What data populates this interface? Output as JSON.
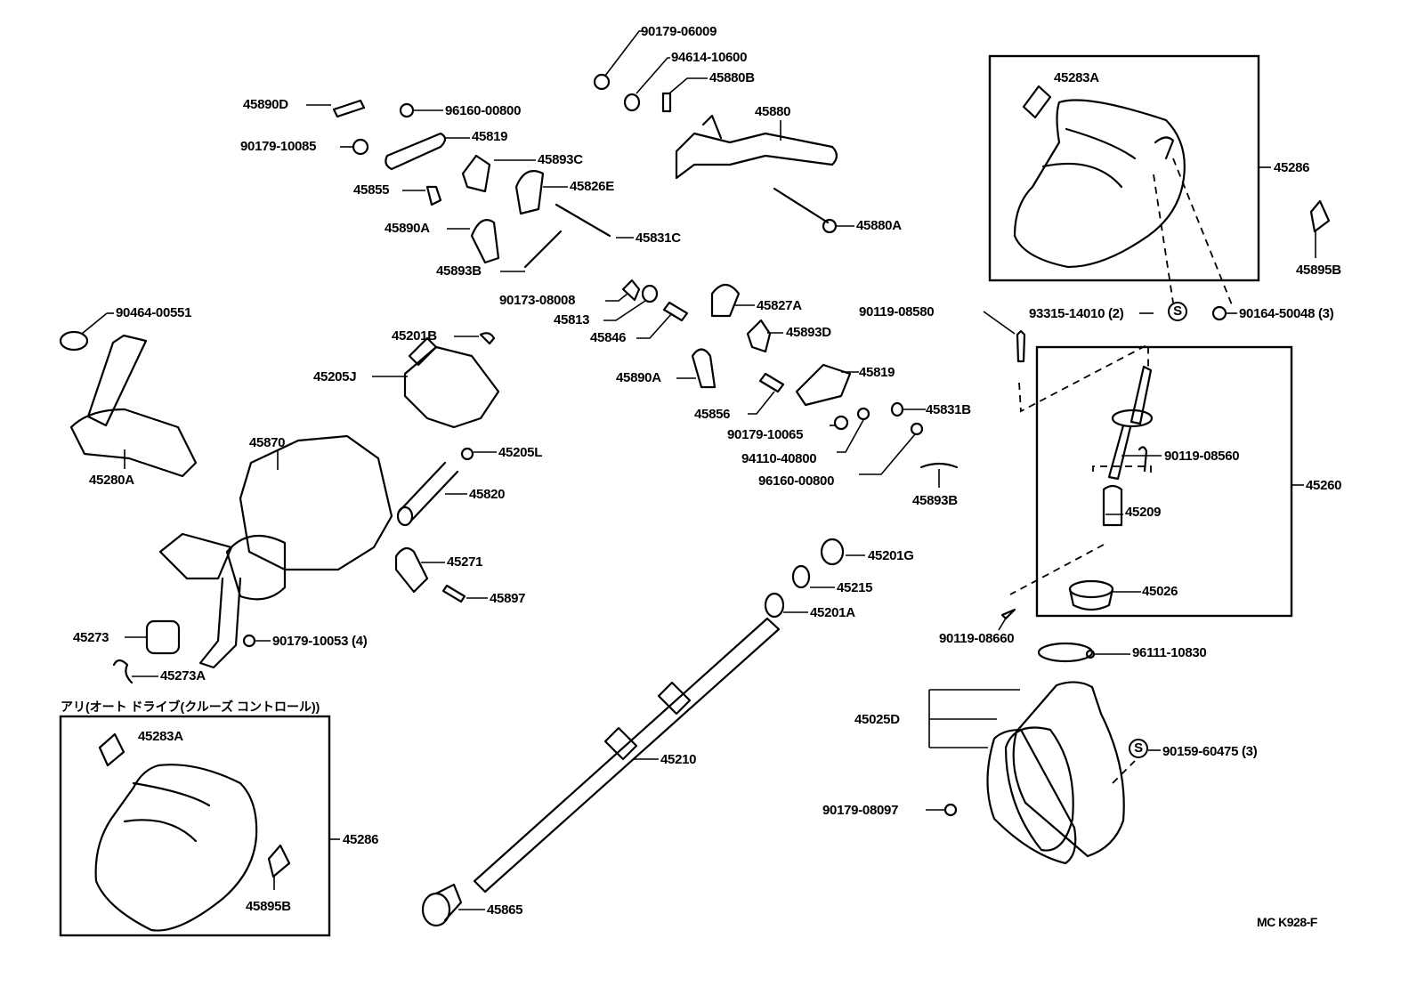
{
  "diagram": {
    "title_note": "アリ(オート ドライブ(クルーズ コントロール))",
    "drawing_code": "MC K928-F",
    "labels": {
      "p90179_06009": "90179-06009",
      "p94614_10600": "94614-10600",
      "p45880B": "45880B",
      "p45880": "45880",
      "p45880A": "45880A",
      "p45890D": "45890D",
      "p96160_00800_a": "96160-00800",
      "p45819_a": "45819",
      "p90179_10085": "90179-10085",
      "p45893C": "45893C",
      "p45855": "45855",
      "p45826E": "45826E",
      "p45890A_a": "45890A",
      "p45831C": "45831C",
      "p45893B_a": "45893B",
      "p90173_08008": "90173-08008",
      "p45813": "45813",
      "p45846": "45846",
      "p45827A": "45827A",
      "p45893D": "45893D",
      "p45890A_b": "45890A",
      "p45856": "45856",
      "p45819_b": "45819",
      "p90179_10065": "90179-10065",
      "p94110_40800": "94110-40800",
      "p96160_00800_b": "96160-00800",
      "p45831B": "45831B",
      "p45893B_b": "45893B",
      "p90119_08580": "90119-08580",
      "p90464_00551": "90464-00551",
      "p45280A": "45280A",
      "p45201B": "45201B",
      "p45205J": "45205J",
      "p45870": "45870",
      "p45205L": "45205L",
      "p45820": "45820",
      "p45271": "45271",
      "p45897": "45897",
      "p45273": "45273",
      "p90179_10053": "90179-10053 (4)",
      "p45273A": "45273A",
      "p45201G": "45201G",
      "p45215": "45215",
      "p45201A": "45201A",
      "p45210": "45210",
      "p45865": "45865",
      "p45283A_a": "45283A",
      "p45286_a": "45286",
      "p45895B_a": "45895B",
      "p93315_14010": "93315-14010 (2)",
      "p90164_50048": "90164-50048 (3)",
      "p90119_08560": "90119-08560",
      "p45260": "45260",
      "p45209": "45209",
      "p45026": "45026",
      "p90119_08660": "90119-08660",
      "p96111_10830": "96111-10830",
      "p45025D": "45025D",
      "p90159_60475": "90159-60475 (3)",
      "p90179_08097": "90179-08097",
      "p45283A_b": "45283A",
      "p45286_b": "45286",
      "p45895B_b": "45895B"
    },
    "symbols": {
      "s_marker_1": "S",
      "s_marker_2": "S"
    }
  }
}
